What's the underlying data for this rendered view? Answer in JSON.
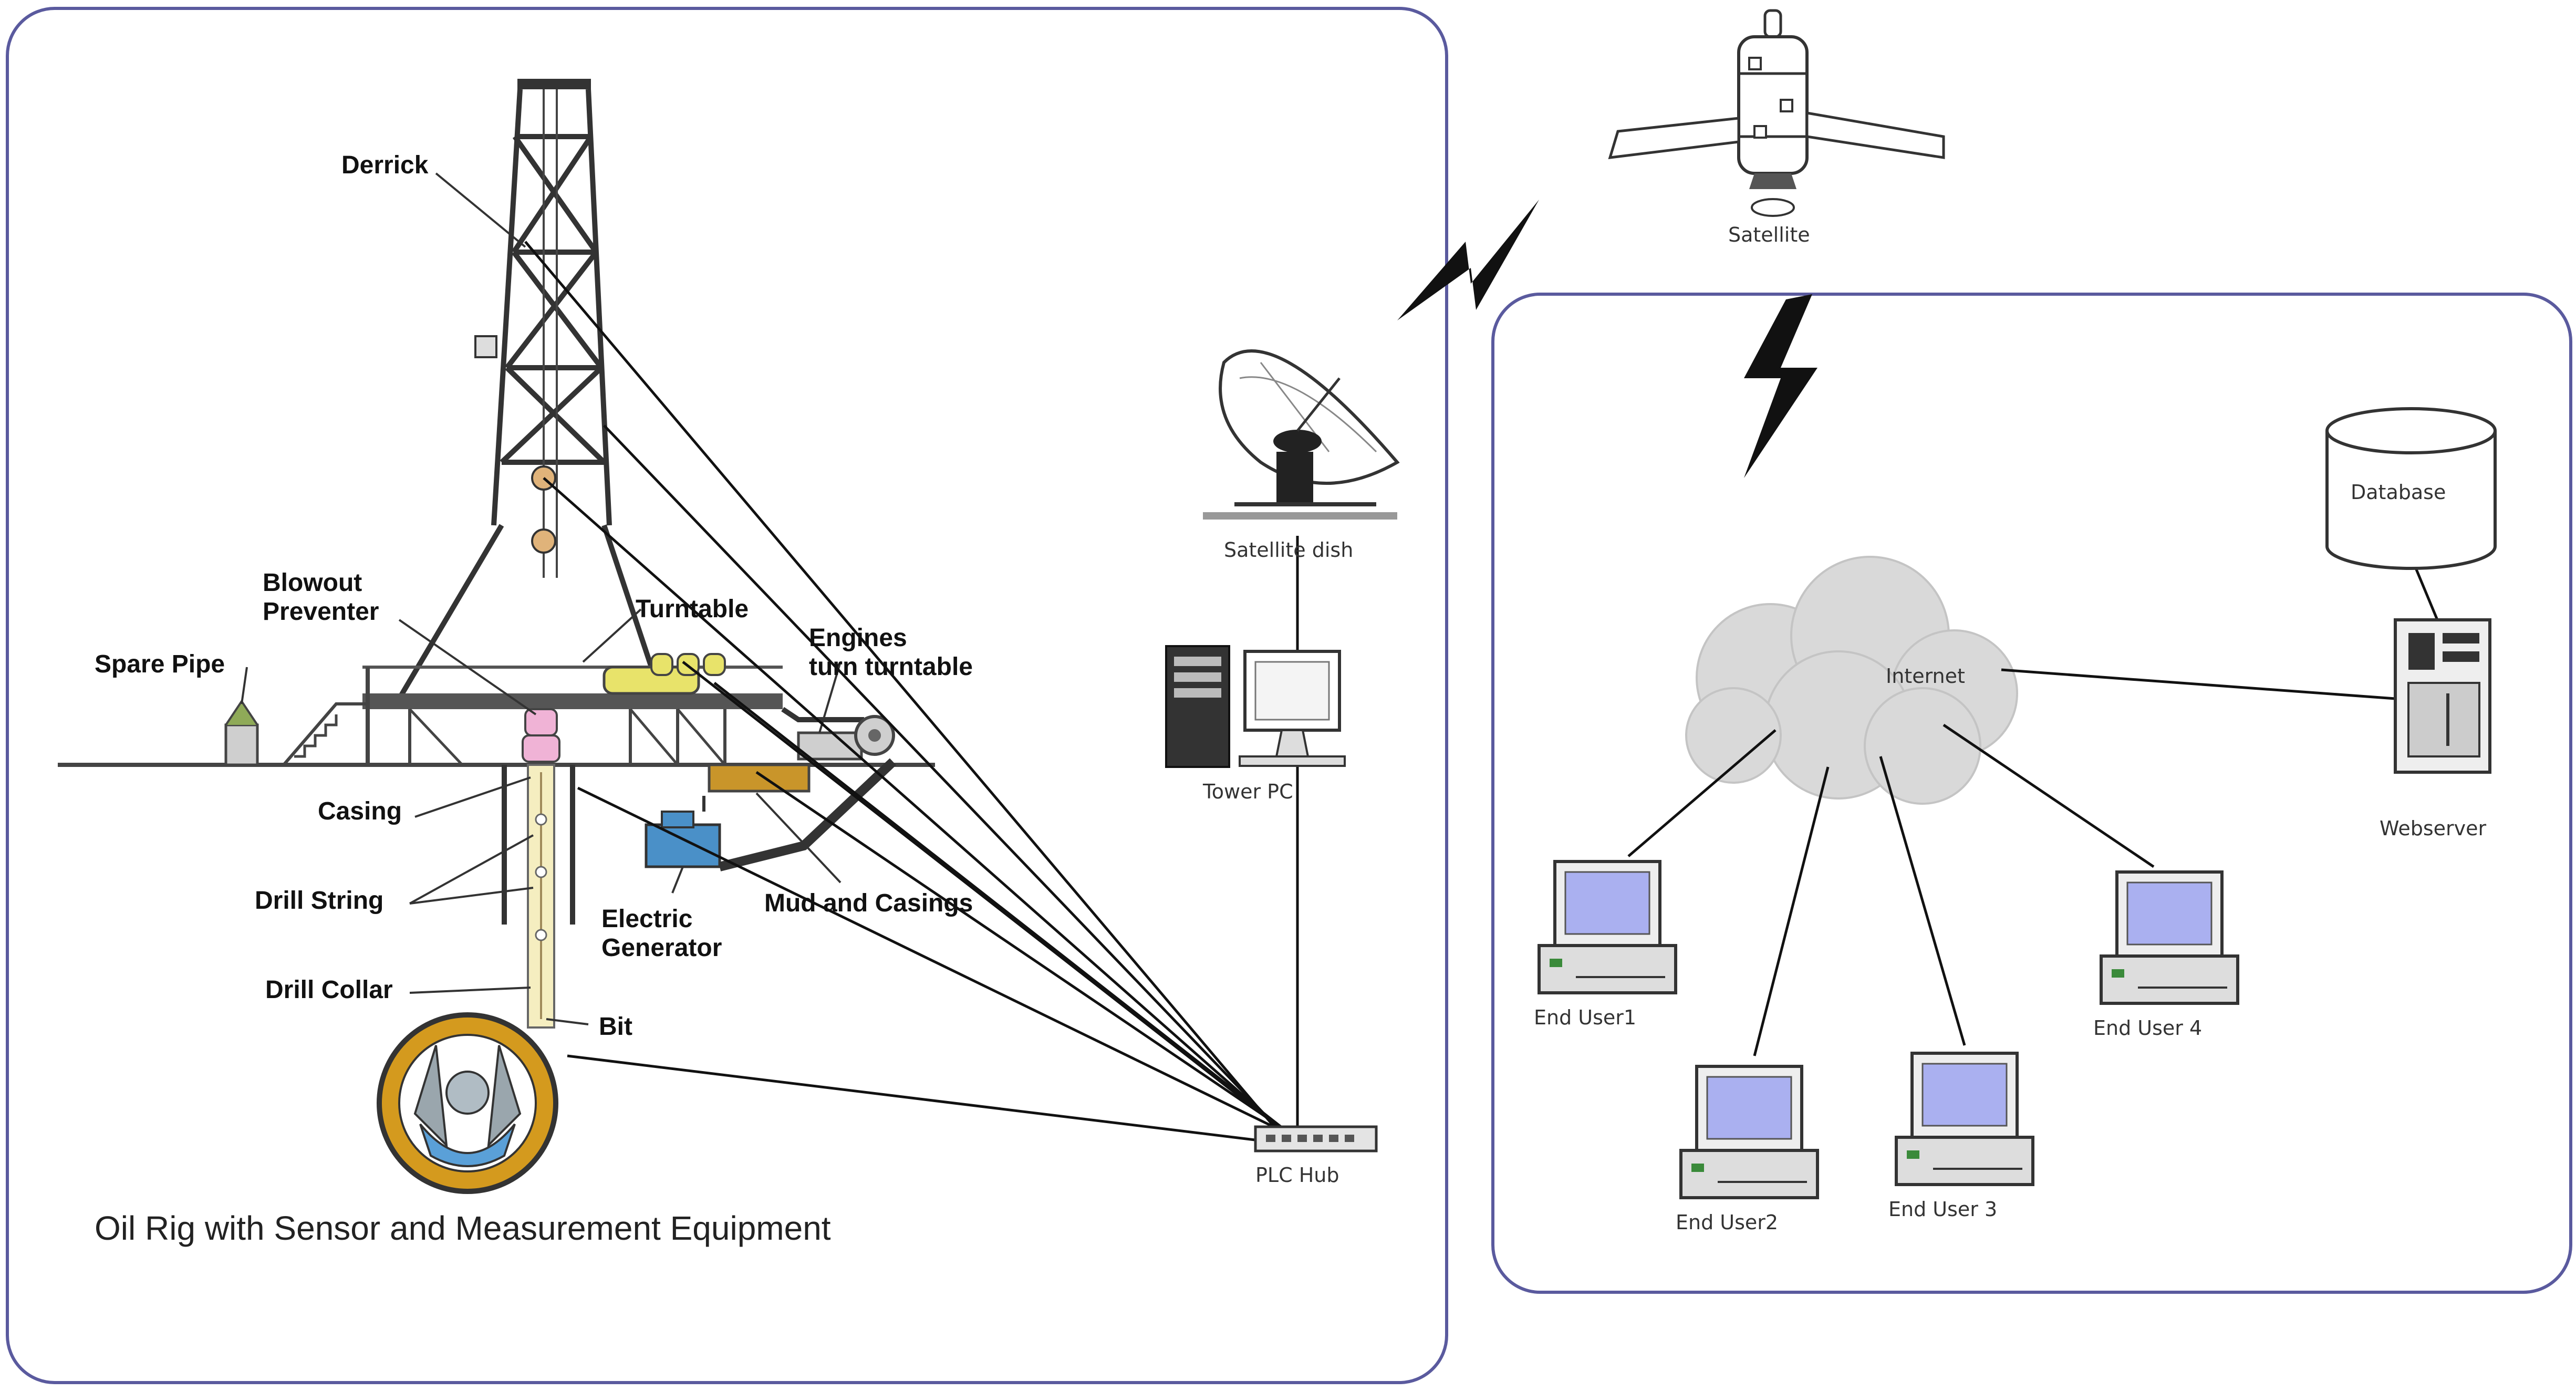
{
  "left_panel": {
    "caption": "Oil Rig with Sensor and Measurement Equipment",
    "labels": {
      "derrick": "Derrick",
      "blowout_preventer_1": "Blowout",
      "blowout_preventer_2": "Preventer",
      "spare_pipe": "Spare Pipe",
      "turntable": "Turntable",
      "engines_1": "Engines",
      "engines_2": "turn turntable",
      "casing": "Casing",
      "drill_string": "Drill String",
      "drill_collar": "Drill Collar",
      "bit": "Bit",
      "electric_generator_1": "Electric",
      "electric_generator_2": "Generator",
      "mud_and_casings": "Mud and Casings"
    },
    "devices": {
      "satellite_dish": "Satellite dish",
      "tower_pc": "Tower PC",
      "plc_hub": "PLC Hub"
    }
  },
  "top": {
    "satellite": "Satellite"
  },
  "right_panel": {
    "internet": "Internet",
    "database": "Database",
    "webserver": "Webserver",
    "end_users": [
      "End User1",
      "End User2",
      "End User 3",
      "End User 4"
    ]
  },
  "colors": {
    "panel_border": "#5a5a9e",
    "bit_ring": "#d49a1e",
    "generator": "#4a90c8",
    "mud_tank": "#c9952a",
    "monitor_screen": "#aab0f0",
    "cloud": "#d9d9d9"
  }
}
